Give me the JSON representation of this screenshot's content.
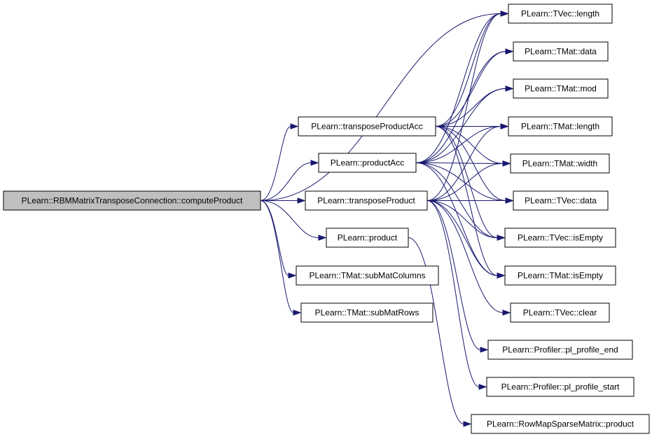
{
  "graph": {
    "nodes": [
      {
        "id": "root",
        "label": "PLearn::RBMMatrixTransposeConnection::computeProduct",
        "root": true
      },
      {
        "id": "tpa",
        "label": "PLearn::transposeProductAcc"
      },
      {
        "id": "pa",
        "label": "PLearn::productAcc"
      },
      {
        "id": "tp",
        "label": "PLearn::transposeProduct"
      },
      {
        "id": "prod",
        "label": "PLearn::product"
      },
      {
        "id": "smc",
        "label": "PLearn::TMat::subMatColumns"
      },
      {
        "id": "smr",
        "label": "PLearn::TMat::subMatRows"
      },
      {
        "id": "tvlen",
        "label": "PLearn::TVec::length"
      },
      {
        "id": "tmdata",
        "label": "PLearn::TMat::data"
      },
      {
        "id": "tmmod",
        "label": "PLearn::TMat::mod"
      },
      {
        "id": "tmlen",
        "label": "PLearn::TMat::length"
      },
      {
        "id": "tmwid",
        "label": "PLearn::TMat::width"
      },
      {
        "id": "tvdata",
        "label": "PLearn::TVec::data"
      },
      {
        "id": "tvempty",
        "label": "PLearn::TVec::isEmpty"
      },
      {
        "id": "tmempty",
        "label": "PLearn::TMat::isEmpty"
      },
      {
        "id": "tvclear",
        "label": "PLearn::TVec::clear"
      },
      {
        "id": "ppend",
        "label": "PLearn::Profiler::pl_profile_end"
      },
      {
        "id": "ppstart",
        "label": "PLearn::Profiler::pl_profile_start"
      },
      {
        "id": "rmsp",
        "label": "PLearn::RowMapSparseMatrix::product"
      }
    ],
    "edges": [
      [
        "root",
        "tvlen"
      ],
      [
        "root",
        "tpa"
      ],
      [
        "root",
        "pa"
      ],
      [
        "root",
        "tp"
      ],
      [
        "root",
        "prod"
      ],
      [
        "root",
        "smc"
      ],
      [
        "root",
        "smr"
      ],
      [
        "tpa",
        "tvlen"
      ],
      [
        "tpa",
        "tmdata"
      ],
      [
        "tpa",
        "tmmod"
      ],
      [
        "tpa",
        "tmlen"
      ],
      [
        "tpa",
        "tmwid"
      ],
      [
        "tpa",
        "tvdata"
      ],
      [
        "tpa",
        "tvempty"
      ],
      [
        "tpa",
        "tmempty"
      ],
      [
        "pa",
        "tvlen"
      ],
      [
        "pa",
        "tmdata"
      ],
      [
        "pa",
        "tmmod"
      ],
      [
        "pa",
        "tmlen"
      ],
      [
        "pa",
        "tmwid"
      ],
      [
        "pa",
        "tvdata"
      ],
      [
        "pa",
        "tvempty"
      ],
      [
        "pa",
        "tmempty"
      ],
      [
        "tp",
        "tvlen"
      ],
      [
        "tp",
        "tmlen"
      ],
      [
        "tp",
        "tmwid"
      ],
      [
        "tp",
        "tvdata"
      ],
      [
        "tp",
        "tvempty"
      ],
      [
        "tp",
        "tmempty"
      ],
      [
        "tp",
        "tvclear"
      ],
      [
        "tp",
        "ppend"
      ],
      [
        "tp",
        "ppstart"
      ],
      [
        "prod",
        "rmsp"
      ]
    ]
  }
}
